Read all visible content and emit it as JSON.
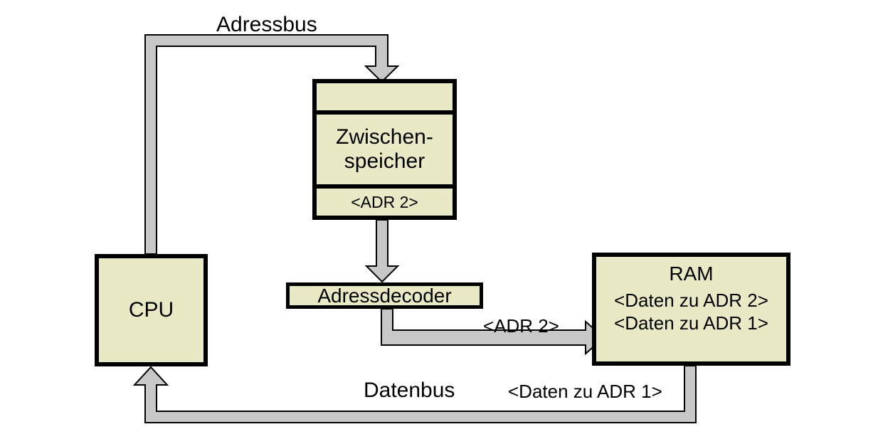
{
  "diagram": {
    "title": "CPU RAM Adressbus Datenbus Zwischenspeicher",
    "colors": {
      "box_fill": "#e9e9c5",
      "box_border": "#000000",
      "bus_fill": "#c8c8c8",
      "bus_stroke": "#000000",
      "background": "#ffffff"
    },
    "nodes": {
      "cpu": {
        "label": "CPU"
      },
      "zwischenspeicher": {
        "row_top": "",
        "label": "Zwischen-",
        "label_line2": "speicher",
        "row_bottom": "<ADR 2>"
      },
      "adressdecoder": {
        "label": "Adressdecoder"
      },
      "ram": {
        "title": "RAM",
        "line1": "<Daten zu ADR 2>",
        "line2": "<Daten zu ADR 1>"
      }
    },
    "bus_labels": {
      "adressbus": "Adressbus",
      "datenbus": "Datenbus",
      "datenbus_payload": "<Daten zu ADR 1>",
      "adressdecoder_to_ram": "<ADR 2>"
    }
  }
}
